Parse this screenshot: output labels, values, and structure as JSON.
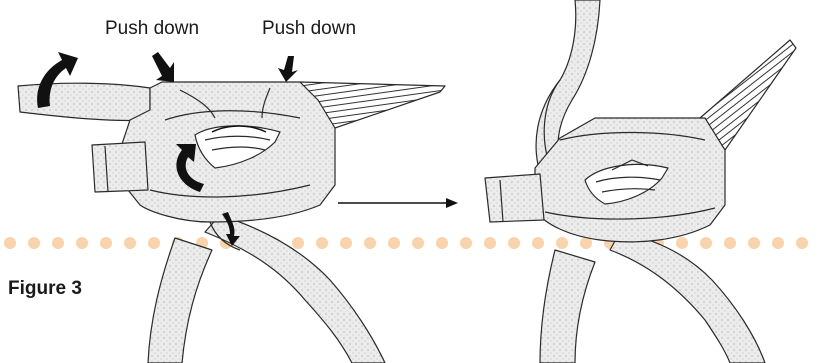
{
  "labels": {
    "push_down_left": "Push down",
    "push_down_right": "Push down",
    "figure": "Figure 3"
  },
  "colors": {
    "dots": "#f8d3ac",
    "outline": "#2a2a2a",
    "fabric": "#e9e9e9",
    "fabric_shadow": "#cfcfcf",
    "arrow": "#111111"
  },
  "icons": {
    "step_arrow": "right-arrow-icon",
    "push_arrows": "down-arrow-icon",
    "rotate_arrows": "curved-arrow-icon"
  }
}
